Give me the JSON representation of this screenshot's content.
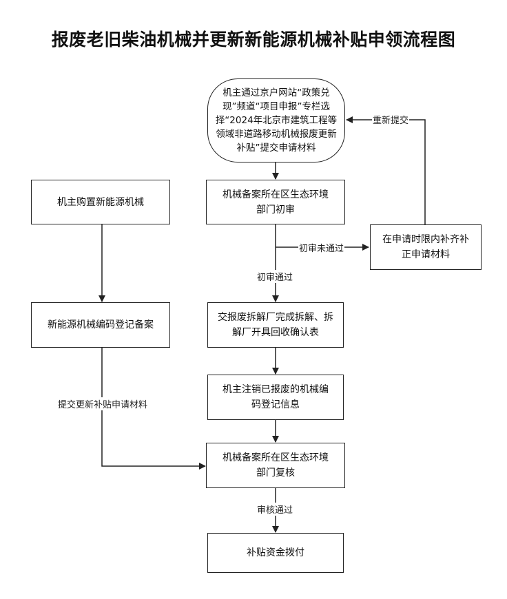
{
  "title": "报废老旧柴油机械并更新新能源机械补贴申领流程图",
  "nodes": {
    "submit": "机主通过京户网站“政策兑现”频道“项目申报”专栏选择“2024年北京市建筑工程等领域非道路移动机械报废更新补贴”提交申请材料",
    "buy_new": "机主购置新能源机械",
    "initial_review": "机械备案所在区生态环境部门初审",
    "supplement": "在申请时限内补齐补正申请材料",
    "register_new": "新能源机械编码登记备案",
    "dismantle": "交报废拆解厂完成拆解、拆解厂开具回收确认表",
    "cancel_code": "机主注销已报废的机械编码登记信息",
    "re_review": "机械备案所在区生态环境部门复核",
    "payment": "补贴资金拨付"
  },
  "edge_labels": {
    "resubmit": "重新提交",
    "initial_fail": "初审未通过",
    "initial_pass": "初审通过",
    "submit_new_materials": "提交更新补贴申请材料",
    "review_pass": "审核通过"
  }
}
